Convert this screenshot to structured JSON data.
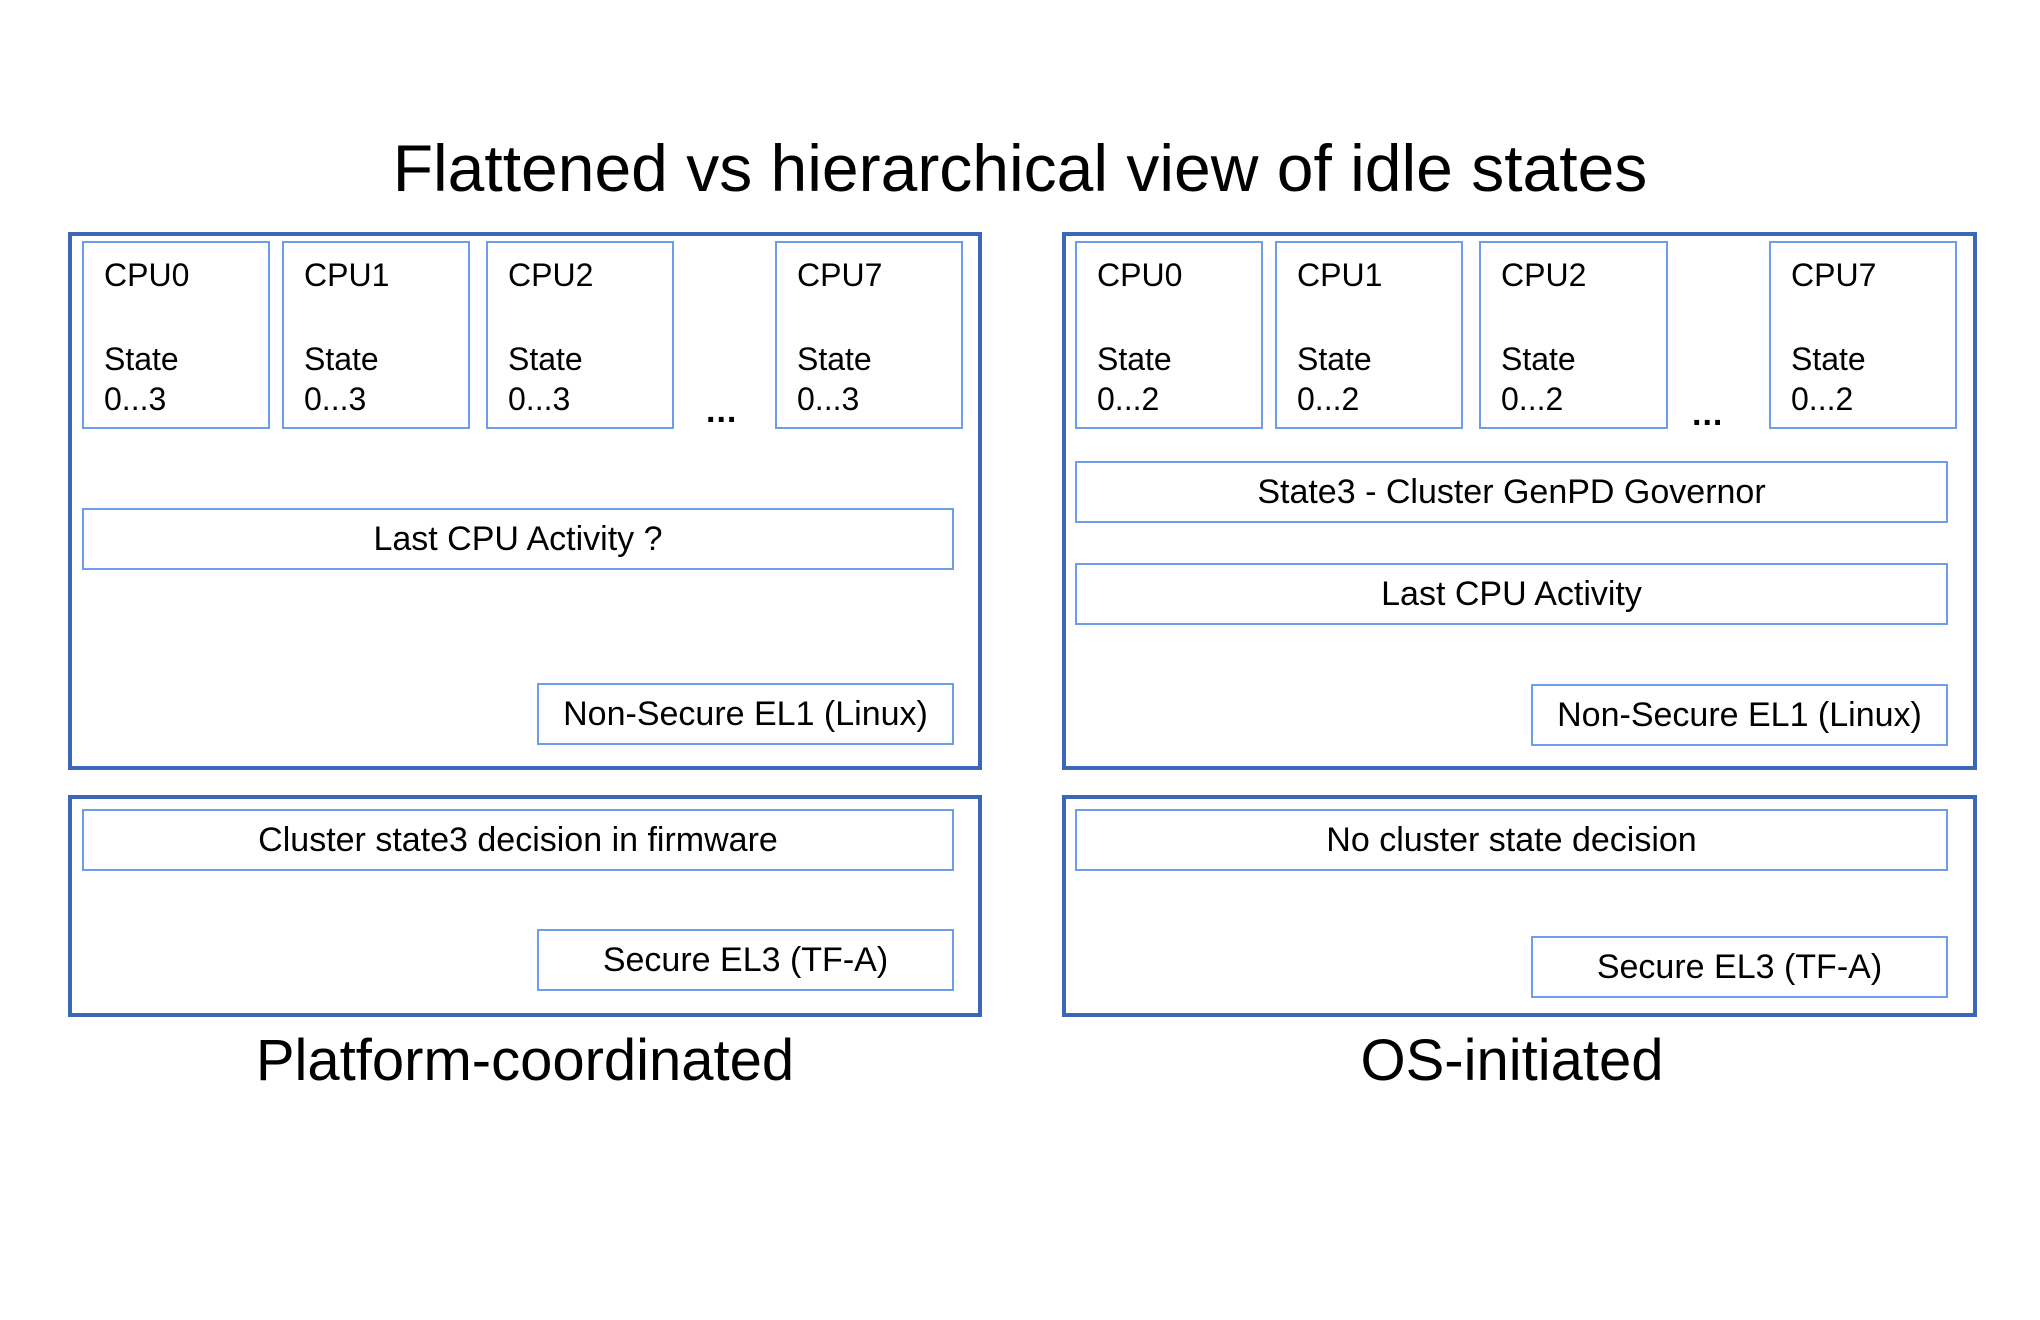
{
  "title": "Flattened vs hierarchical view of idle states",
  "colors": {
    "outer_border": "#3c67b9",
    "inner_border": "#6d9eeb"
  },
  "ellipsis": "...",
  "platform": {
    "label": "Platform-coordinated",
    "cpus": [
      {
        "name": "CPU0",
        "state": "State",
        "range": "0...3"
      },
      {
        "name": "CPU1",
        "state": "State",
        "range": "0...3"
      },
      {
        "name": "CPU2",
        "state": "State",
        "range": "0...3"
      },
      {
        "name": "CPU7",
        "state": "State",
        "range": "0...3"
      }
    ],
    "last_cpu": "Last CPU Activity ?",
    "ns_el1": "Non-Secure EL1 (Linux)",
    "decision": "Cluster state3 decision in firmware",
    "s_el3": "Secure EL3 (TF-A)"
  },
  "os": {
    "label": "OS-initiated",
    "cpus": [
      {
        "name": "CPU0",
        "state": "State",
        "range": "0...2"
      },
      {
        "name": "CPU1",
        "state": "State",
        "range": "0...2"
      },
      {
        "name": "CPU2",
        "state": "State",
        "range": "0...2"
      },
      {
        "name": "CPU7",
        "state": "State",
        "range": "0...2"
      }
    ],
    "governor": "State3 - Cluster GenPD Governor",
    "last_cpu": "Last CPU Activity",
    "ns_el1": "Non-Secure EL1 (Linux)",
    "decision": "No cluster state decision",
    "s_el3": "Secure EL3 (TF-A)"
  }
}
